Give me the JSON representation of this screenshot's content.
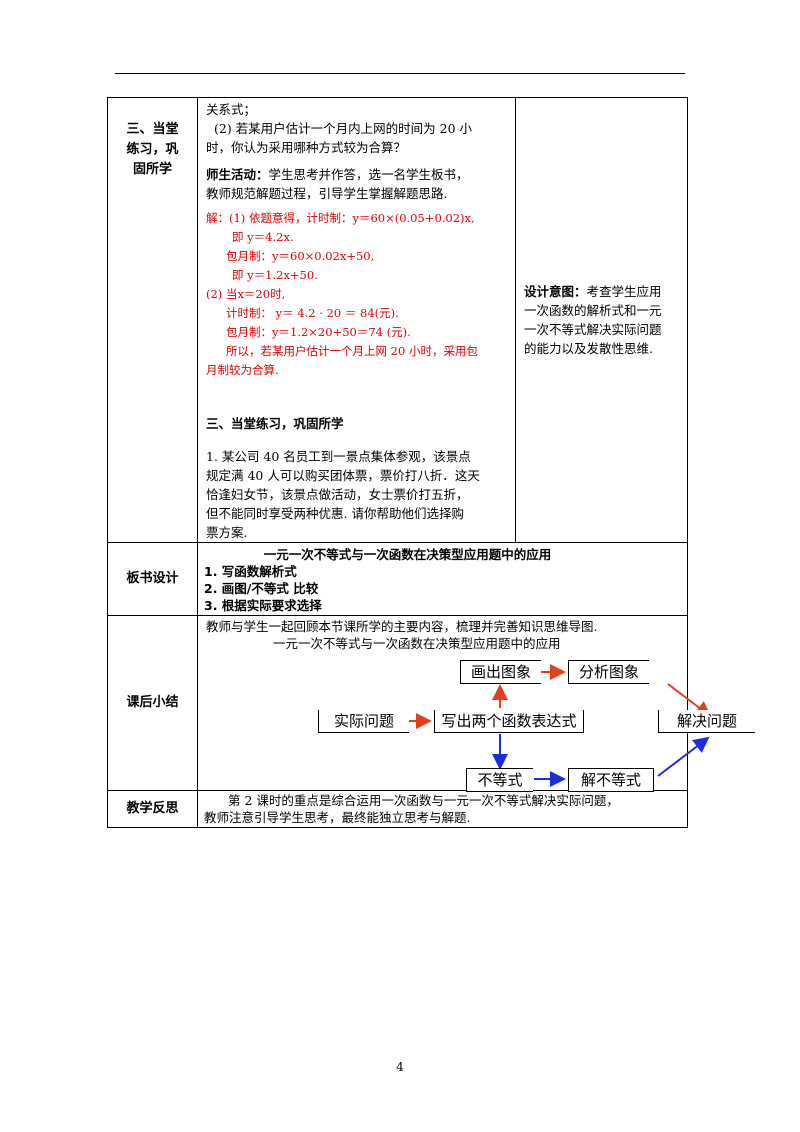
{
  "page_number": "4",
  "row_practice": {
    "label_lines": [
      "三、当堂",
      "练习，巩",
      "固所学"
    ],
    "intro_lines": [
      "关系式；",
      "(2)  若某用户估计一个月内上网的时间为 20 小",
      "时，你认为采用哪种方式较为合算？"
    ],
    "activity_title": "师生活动：",
    "activity_lines": [
      "学生思考并作答，选一名学生板书，",
      "教师规范解题过程，引导学生掌握解题思路."
    ],
    "solution_lines": [
      "解：(1) 依题意得，计时制：y＝60×(0.05+0.02)x,",
      "即  y＝4.2x.",
      "包月制：y＝60×0.02x+50,",
      "即  y＝1.2x+50.",
      "(2) 当x＝20时,",
      "计时制： y＝ 4.2 · 20 ＝ 84(元).",
      "包月制：y＝1.2×20+50＝74 (元).",
      "所以，若某用户估计一个月上网 20 小时，采用包",
      "月制较为合算."
    ],
    "section_heading": "三、当堂练习，巩固所学",
    "exercise_lines": [
      "1. 某公司 40 名员工到一景点集体参观，该景点",
      "规定满 40 人可以购买团体票，票价打八折．这天",
      "恰逢妇女节，该景点做活动，女士票价打五折，",
      "但不能同时享受两种优惠. 请你帮助他们选择购",
      "票方案."
    ],
    "design_title": "设计意图：",
    "design_lines": [
      "考查学生应用",
      "一次函数的解析式和一元",
      "一次不等式解决实际问题",
      "的能力以及发散性思维."
    ]
  },
  "row_board": {
    "label": "板书设计",
    "title": "一元一次不等式与一次函数在决策型应用题中的应用",
    "items": [
      "1.  写函数解析式",
      "2.  画图/不等式    比较",
      "3.  根据实际要求选择"
    ]
  },
  "row_summary": {
    "label": "课后小结",
    "line1": "教师与学生一起回顾本节课所学的主要内容，梳理并完善知识思维导图.",
    "line2": "一元一次不等式与一次函数在决策型应用题中的应用",
    "boxes": {
      "draw": "画出图象",
      "analyze": "分析图象",
      "problem": "实际问题",
      "write": "写出两个函数表达式",
      "solve": "解决问题",
      "ineq": "不等式",
      "solve_ineq": "解不等式"
    },
    "colors": {
      "red": "#e0401a",
      "blue": "#1a2ee0"
    }
  },
  "row_reflection": {
    "label": "教学反思",
    "lines": [
      "第 2 课时的重点是综合运用一次函数与一元一次不等式解决实际问题，",
      "教师注意引导学生思考，最终能独立思考与解题."
    ]
  }
}
